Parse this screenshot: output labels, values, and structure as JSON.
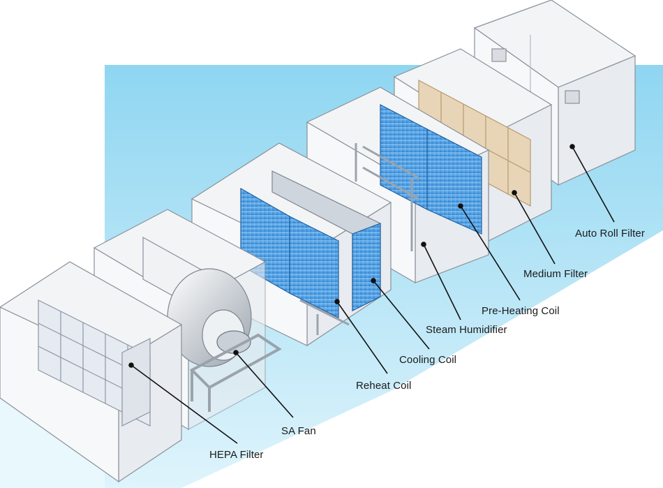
{
  "colors": {
    "background_band": "#9fdcf3",
    "cabinet_face": "#eef0f3",
    "cabinet_edge": "#8a9099",
    "coil_blue": "#3b8fd9",
    "filter_panel": "#e6ebf2",
    "medium_filter": "#e8d5b7",
    "leader_line": "#111111"
  },
  "components": {
    "auto_roll_filter": "Auto Roll Filter",
    "medium_filter": "Medium Filter",
    "pre_heating_coil": "Pre-Heating Coil",
    "steam_humidifier": "Steam Humidifier",
    "cooling_coil": "Cooling Coil",
    "reheat_coil": "Reheat Coil",
    "sa_fan": "SA Fan",
    "hepa_filter": "HEPA Filter"
  }
}
